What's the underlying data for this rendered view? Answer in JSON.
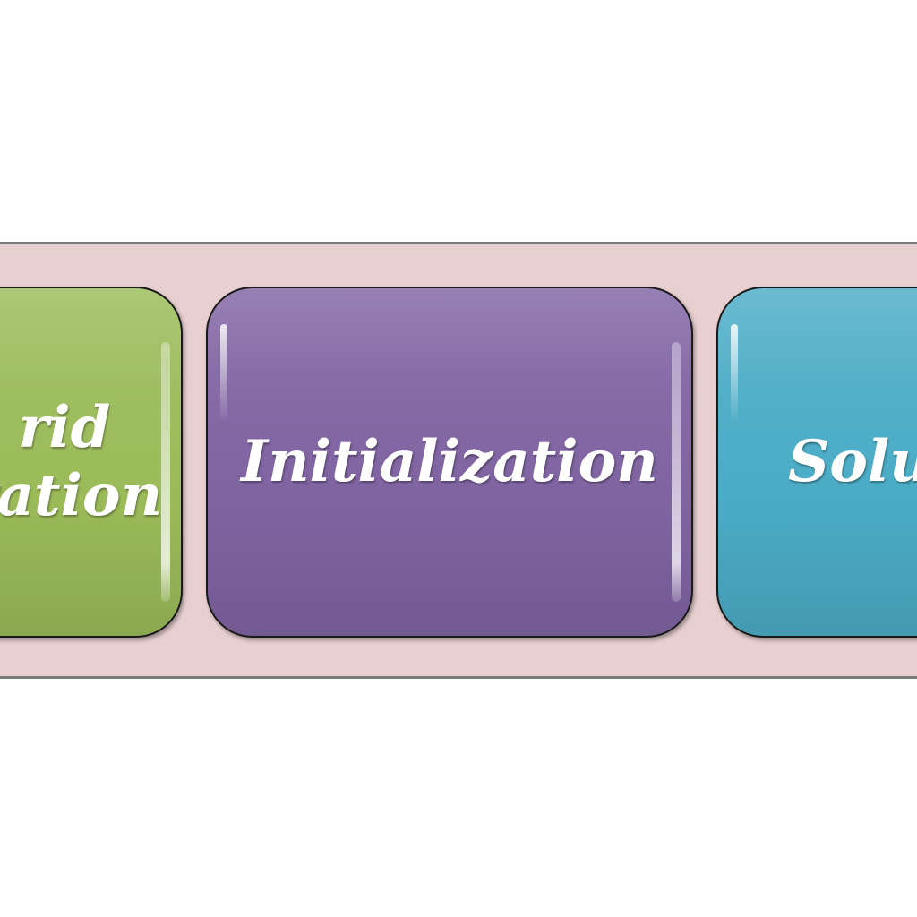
{
  "colors": {
    "band_fill": "#e8cfd0",
    "step_green": "#9bbb59",
    "step_purple": "#8064a2",
    "step_blue": "#4bacc6"
  },
  "steps": [
    {
      "lines": [
        "rid",
        "ration"
      ],
      "color": "#9bbb59"
    },
    {
      "lines": [
        "Initialization"
      ],
      "color": "#8064a2"
    },
    {
      "lines": [
        "Solu"
      ],
      "color": "#4bacc6"
    }
  ]
}
